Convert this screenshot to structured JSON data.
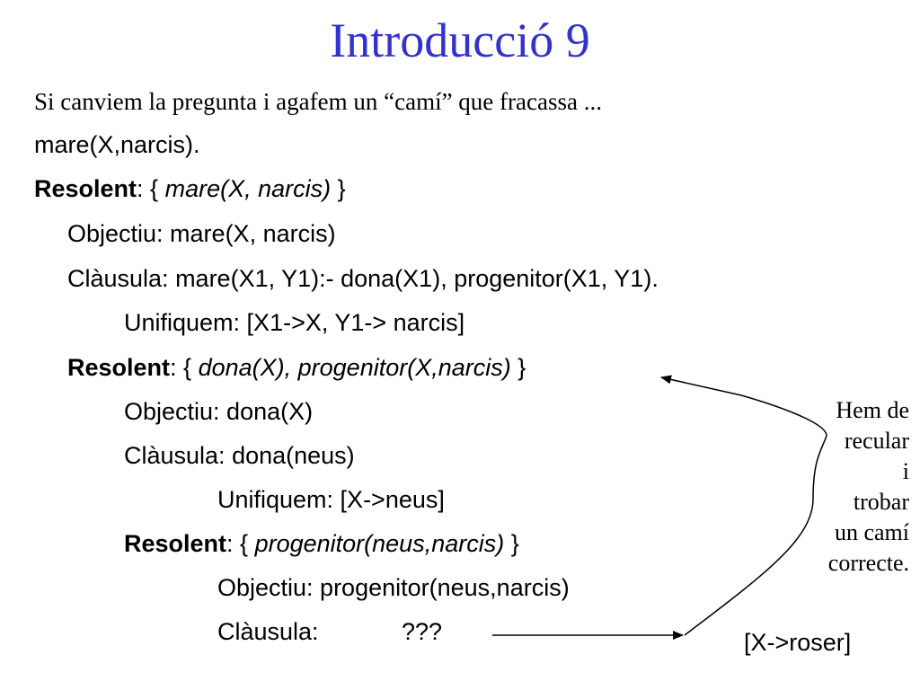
{
  "slide": {
    "title": "Introducció 9",
    "intro": "Si canviem la pregunta i agafem un “camí” que fracassa ...",
    "query": "mare(X,narcis).",
    "lines": {
      "resolent_label": "Resolent",
      "r1_open": ": {",
      "r1_goal": "mare(X, narcis)",
      "r1_close": " }",
      "objectiu1": "Objectiu: mare(X, narcis)",
      "clausula1": "Clàusula: mare(X1, Y1):- dona(X1), progenitor(X1, Y1).",
      "unifiquem1": "Unifiquem: [X1->X, Y1-> narcis]",
      "r2_open": ": {",
      "r2_goal": "dona(X), progenitor(X,narcis)",
      "r2_close": " }",
      "objectiu2": "Objectiu: dona(X)",
      "clausula2": "Clàusula: dona(neus)",
      "unifiquem2": "Unifiquem: [X->neus]",
      "r3_open": ": {",
      "r3_goal": "progenitor(neus,narcis)",
      "r3_close": " }",
      "objectiu3": "Objectiu: progenitor(neus,narcis)",
      "clausula3_label": "Clàusula:",
      "clausula3_value": "???"
    },
    "note": [
      "Hem de",
      "recular",
      "i",
      "trobar",
      "un camí",
      "correcte."
    ],
    "alternative": "[X->roser]"
  },
  "colors": {
    "title": "#3333cc",
    "text": "#000000"
  }
}
